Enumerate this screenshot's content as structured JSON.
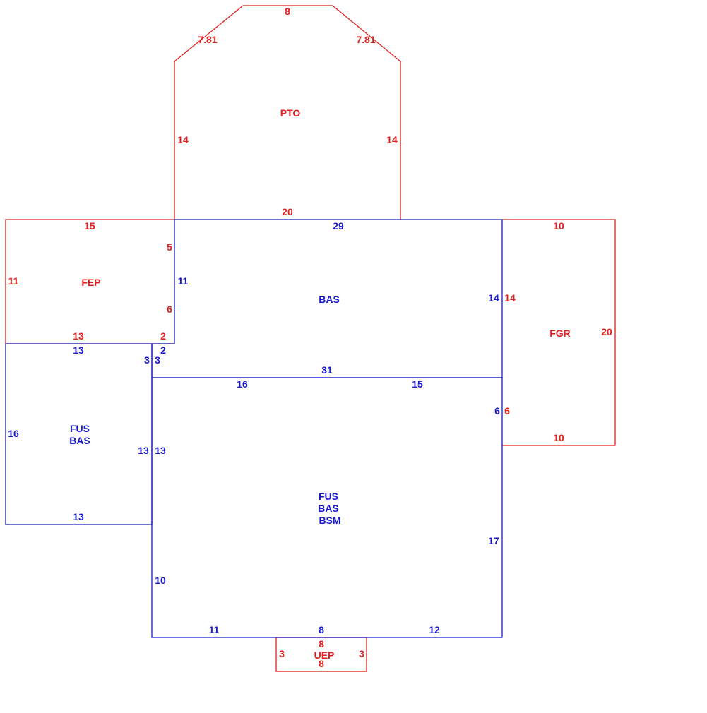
{
  "colors": {
    "red": "#e02020",
    "blue": "#1a1acc"
  },
  "areas": {
    "pto": {
      "code": "PTO",
      "dims": {
        "top": "8",
        "left_diag": "7.81",
        "right_diag": "7.81",
        "left": "14",
        "right": "14",
        "bottom": "20"
      }
    },
    "fep": {
      "code": "FEP",
      "dims": {
        "top": "15",
        "left": "11",
        "right_upper": "5",
        "right_lower": "6",
        "bottom": "13",
        "bottom_step": "2"
      }
    },
    "bas": {
      "code": "BAS",
      "dims": {
        "top": "29",
        "left": "11",
        "right": "14",
        "bottom": "31",
        "step_width": "2",
        "step_height": "3"
      }
    },
    "fgr": {
      "code": "FGR",
      "dims": {
        "top": "10",
        "left_upper": "14",
        "left_lower": "6",
        "right": "20",
        "bottom": "10"
      }
    },
    "fus_bas_left": {
      "codes": [
        "FUS",
        "BAS"
      ],
      "dims": {
        "top": "13",
        "left": "16",
        "right": "13",
        "bottom": "13",
        "step_height": "3"
      }
    },
    "fus_bas_bsm": {
      "codes": [
        "FUS",
        "BAS",
        "BSM"
      ],
      "dims": {
        "top_left": "16",
        "top_right": "15",
        "left_upper": "13",
        "left_lower": "10",
        "right_upper": "6",
        "right_lower": "17",
        "bottom_left": "11",
        "bottom_mid": "8",
        "bottom_right": "12"
      }
    },
    "uep": {
      "code": "UEP",
      "dims": {
        "top": "8",
        "bottom": "8",
        "left": "3",
        "right": "3"
      }
    }
  }
}
